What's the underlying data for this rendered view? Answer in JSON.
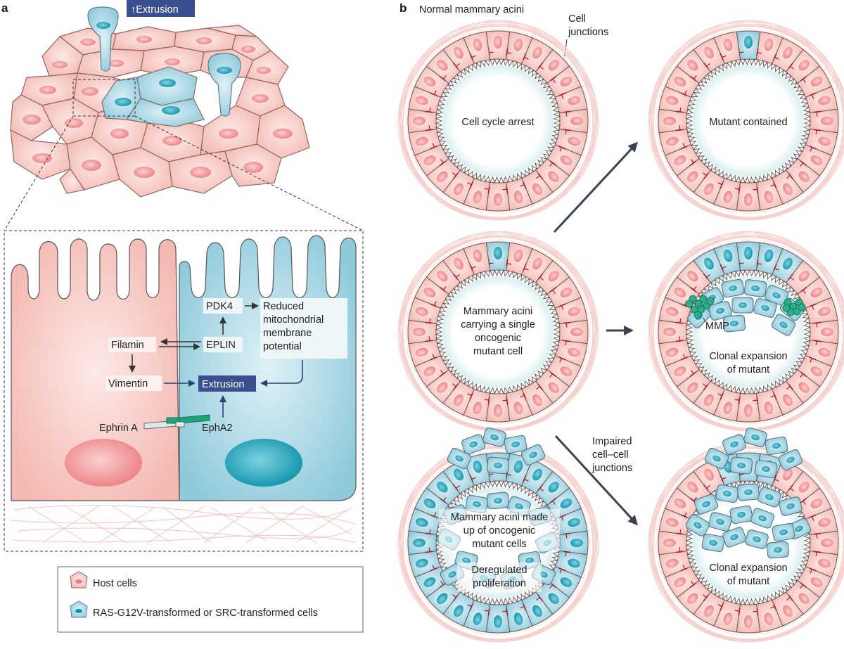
{
  "panel_a": {
    "label": "a",
    "extrusion_top": "↑Extrusion",
    "nodes": {
      "pdk4": "PDK4",
      "reduced_line1": "Reduced",
      "reduced_line2": "mitochondrial",
      "reduced_line3": "membrane",
      "reduced_line4": "potential",
      "filamin": "Filamin",
      "eplin": "EPLIN",
      "vimentin": "Vimentin",
      "extrusion": "Extrusion",
      "ephrin_a": "Ephrin A",
      "epha2": "EphA2"
    },
    "legend": {
      "host": "Host cells",
      "transformed": "RAS-G12V-transformed or SRC-transformed cells"
    }
  },
  "panel_b": {
    "label": "b",
    "normal_title": "Normal mammary acini",
    "cell_junctions_line1": "Cell",
    "cell_junctions_line2": "junctions",
    "acinus1": "Cell cycle arrest",
    "acinus2": "Mutant contained",
    "acinus3_l1": "Mammary acini",
    "acinus3_l2": "carrying a single",
    "acinus3_l3": "oncogenic",
    "acinus3_l4": "mutant cell",
    "acinus4_mmp": "MMP",
    "acinus4_l1": "Clonal expansion",
    "acinus4_l2": "of mutant",
    "acinus5_l1": "Mammary acini made",
    "acinus5_l2": "up of oncogenic",
    "acinus5_l3": "mutant cells",
    "acinus5_l4": "Deregulated",
    "acinus5_l5": "proliferation",
    "acinus6_l1": "Clonal expansion",
    "acinus6_l2": "of mutant",
    "impaired_l1": "Impaired",
    "impaired_l2": "cell–cell",
    "impaired_l3": "junctions"
  },
  "colors": {
    "host_fill": "#f6c4bf",
    "host_nucleus": "#ef8a8c",
    "mutant_fill": "#a8d8e6",
    "mutant_nucleus": "#1aa2b8",
    "extrusion_box": "#3a4f8f",
    "arrow": "#2a3f7a",
    "mmp": "#2bb08a"
  }
}
